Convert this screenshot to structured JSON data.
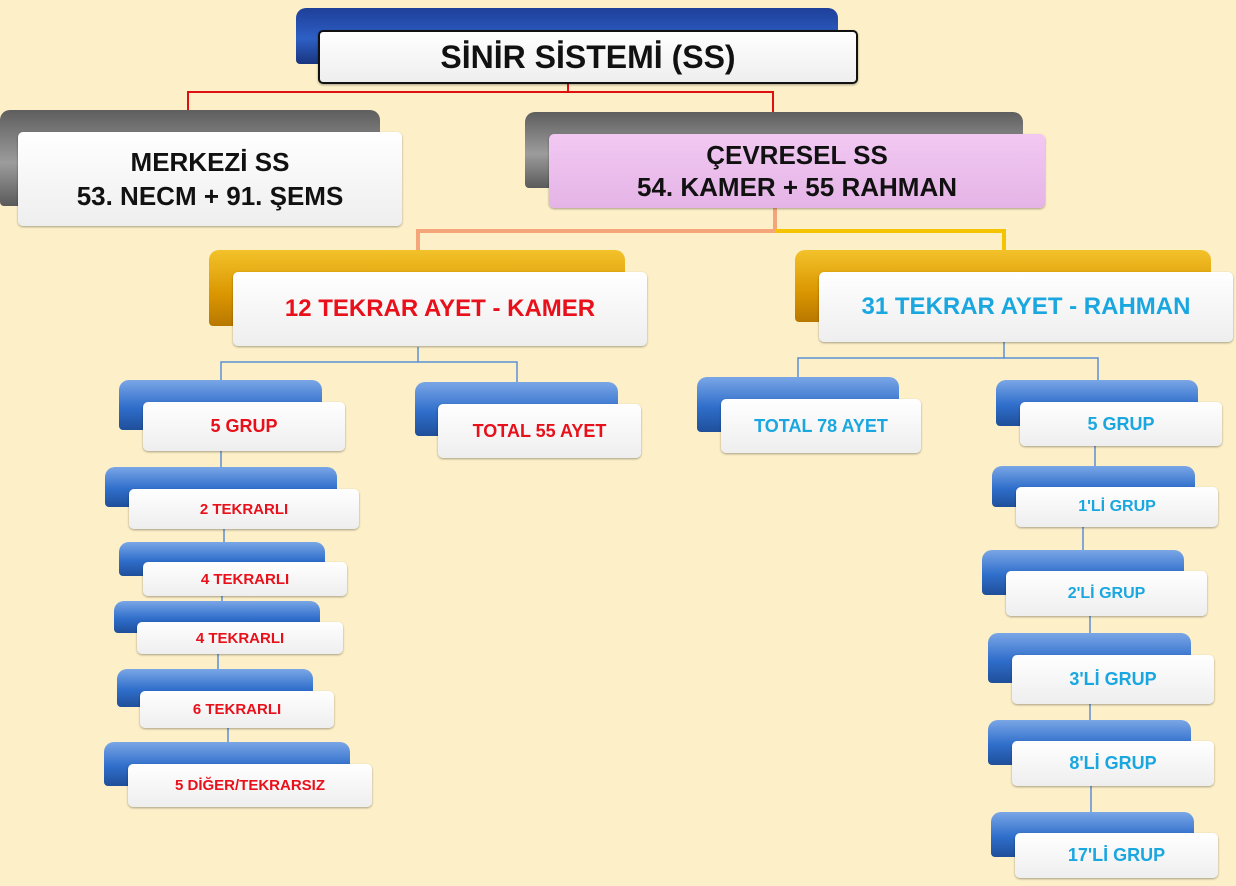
{
  "root": {
    "title": "SİNİR SİSTEMİ (SS)"
  },
  "merkezi": {
    "line1": "MERKEZİ SS",
    "line2": "53. NECM + 91. ŞEMS"
  },
  "cevresel": {
    "line1": "ÇEVRESEL SS",
    "line2": "54. KAMER + 55 RAHMAN"
  },
  "kamer": {
    "title": "12 TEKRAR AYET - KAMER",
    "group": "5 GRUP",
    "total": "TOTAL 55 AYET",
    "items": [
      "2 TEKRARLI",
      "4 TEKRARLI",
      "4 TEKRARLI",
      "6 TEKRARLI",
      "5 DİĞER/TEKRARSIZ"
    ]
  },
  "rahman": {
    "title": "31 TEKRAR AYET - RAHMAN",
    "total": "TOTAL 78 AYET",
    "group": "5 GRUP",
    "items": [
      "1'Lİ GRUP",
      "2'Lİ GRUP",
      "3'Lİ GRUP",
      "8'Lİ GRUP",
      "17'Lİ GRUP"
    ]
  },
  "colors": {
    "background": "#fdf0c8",
    "kamer_text": "#e8101a",
    "rahman_text": "#1aa7e0",
    "cevresel_fill": "#ecc0ee",
    "root_connector": "#e01010",
    "kamer_connector": "#f4a57a",
    "rahman_connector": "#f5c400",
    "sub_connector": "#5b8fd6"
  }
}
